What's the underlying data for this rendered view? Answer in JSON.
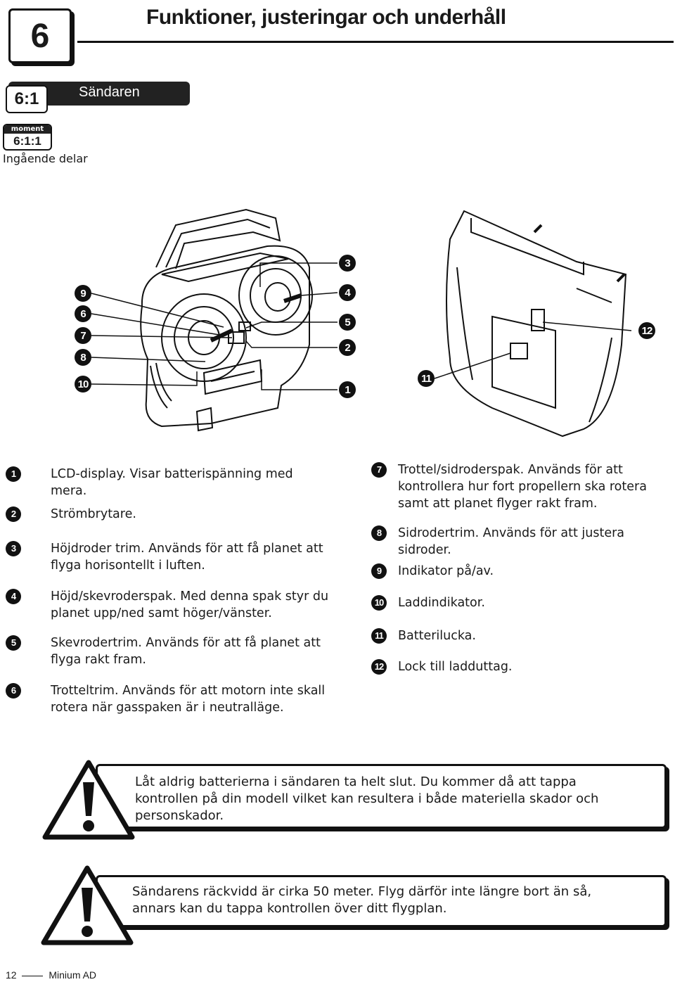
{
  "header": {
    "chapter_number": "6",
    "title": "Funktioner, justeringar och underhåll"
  },
  "section": {
    "number": "6:1",
    "title": "Sändaren"
  },
  "moment": {
    "label": "moment",
    "number": "6:1:1",
    "caption": "Ingående delar"
  },
  "diagram": {
    "callouts": [
      "1",
      "2",
      "3",
      "4",
      "5",
      "6",
      "7",
      "8",
      "9",
      "10",
      "11",
      "12"
    ]
  },
  "legend_left": [
    {
      "num": "1",
      "text": "LCD-display. Visar batterispänning med mera."
    },
    {
      "num": "2",
      "text": "Strömbrytare."
    },
    {
      "num": "3",
      "text": "Höjdroder trim. Används för att få planet att flyga horisontellt i luften."
    },
    {
      "num": "4",
      "text": "Höjd/skevroderspak. Med denna spak styr du planet upp/ned samt höger/vänster."
    },
    {
      "num": "5",
      "text": "Skevrodertrim. Används för att få planet att flyga rakt fram."
    },
    {
      "num": "6",
      "text": "Trotteltrim. Används för att motorn inte skall rotera när gasspaken är i neutralläge."
    }
  ],
  "legend_right": [
    {
      "num": "7",
      "text": "Trottel/sidroderspak. Används för att kontrollera hur fort propellern ska rotera samt att planet flyger rakt fram."
    },
    {
      "num": "8",
      "text": "Sidrodertrim. Används för att justera sidroder."
    },
    {
      "num": "9",
      "text": "Indikator på/av."
    },
    {
      "num": "10",
      "text": "Laddindikator."
    },
    {
      "num": "11",
      "text": "Batterilucka."
    },
    {
      "num": "12",
      "text": "Lock till ladduttag."
    }
  ],
  "warnings": [
    {
      "text": "Låt aldrig batterierna i sändaren ta helt slut. Du kommer då att tappa kontrollen på din modell vilket kan resultera i både materiella skador och personskador."
    },
    {
      "text": "Sändarens räckvidd är cirka 50 meter. Flyg därför inte längre bort än så, annars kan du tappa kontrollen över ditt flygplan."
    }
  ],
  "footer": {
    "page": "12",
    "brand": "Minium AD"
  }
}
